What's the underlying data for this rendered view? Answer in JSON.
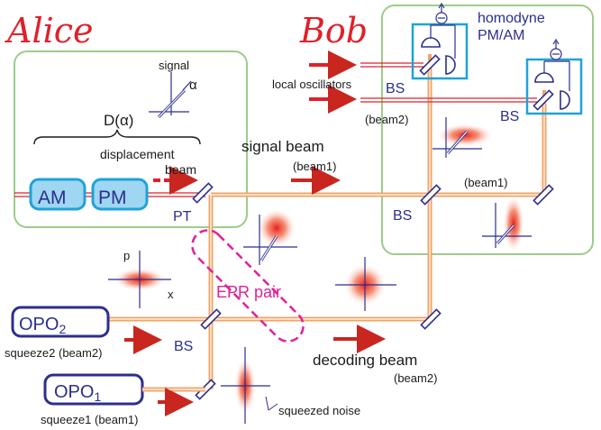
{
  "parties": {
    "alice": "Alice",
    "bob": "Bob"
  },
  "alice": {
    "signal": "signal",
    "alpha": "α",
    "operator": "D(α)",
    "displacement": "displacement",
    "beam": "beam",
    "am": "AM",
    "pm": "PM",
    "pt": "PT"
  },
  "bob": {
    "homodyne": "homodyne",
    "pmam": "PM/AM",
    "local_oscillators": "local oscillators",
    "bs_top": "BS",
    "bs_right": "BS",
    "bs_mid": "BS",
    "beam2": "(beam2)",
    "beam1": "(beam1)"
  },
  "source": {
    "signal_beam": "signal beam",
    "signal_beam_sub": "(beam1)",
    "opo2": "OPO",
    "opo2_sub": "2",
    "opo1": "OPO",
    "opo1_sub": "1",
    "squeeze2": "squeeze2 (beam2)",
    "squeeze1": "squeeze1 (beam1)",
    "bs_bottom": "BS",
    "epr": "EPR pair",
    "decoding": "decoding beam",
    "decoding_sub": "(beam2)",
    "squeezed_noise": "squeezed noise",
    "axis_p": "p",
    "axis_x": "x"
  },
  "colors": {
    "alice_red": "#e0202a",
    "box_green": "#9ccc8a",
    "device_blue": "#2b2f8c",
    "device_fill": "#9fd6f2",
    "device_border": "#1ea3d8",
    "beam_orange": "#f2a464",
    "arrow_red": "#c8261e",
    "epr_magenta": "#e0209a"
  }
}
